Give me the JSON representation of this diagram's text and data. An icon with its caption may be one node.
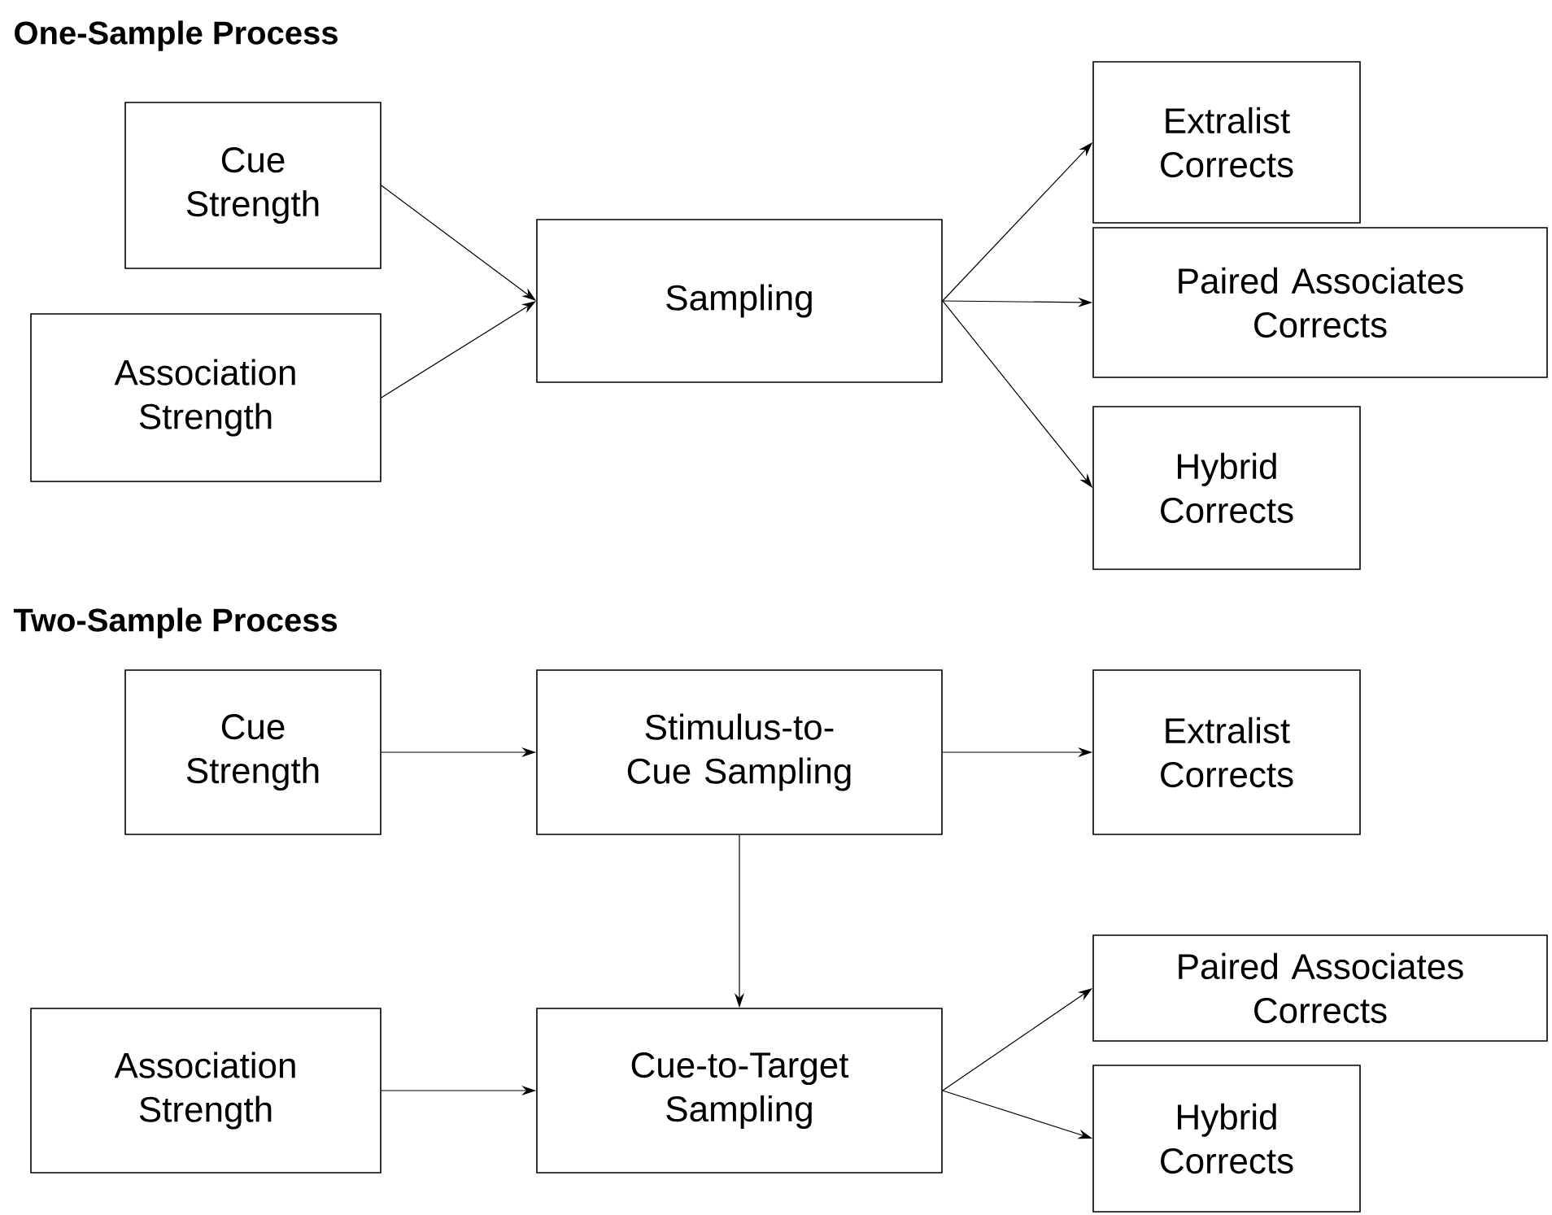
{
  "diagram": {
    "nodes": [
      {
        "text": [
          "Cue Strength"
        ]
      },
      {
        "text": [
          "Association Strength"
        ]
      },
      {
        "text": [
          "Sampling"
        ]
      },
      {
        "text": [
          "Extralist Corrects"
        ]
      },
      {
        "text": [
          "Paired Associates Corrects"
        ]
      },
      {
        "text": [
          "Hybrid Corrects"
        ]
      },
      {
        "text": [
          "Cue Strength"
        ]
      },
      {
        "text": [
          "Stimulus-to-Cue Sampling"
        ]
      },
      {
        "text": [
          "Extralist Corrects"
        ]
      },
      {
        "text": [
          "Association Strength"
        ]
      },
      {
        "text": [
          "Cue-to-Target Sampling"
        ]
      },
      {
        "text": [
          "Paired Associates Corrects"
        ]
      },
      {
        "text": [
          "Hybrid Corrects"
        ]
      }
    ],
    "edges": [
      {
        "from": 0,
        "to": 2,
        "arrow": "to"
      },
      {
        "from": 1,
        "to": 2,
        "arrow": "to"
      },
      {
        "from": 2,
        "to": 3,
        "arrow": "to"
      },
      {
        "from": 2,
        "to": 4,
        "arrow": "to"
      },
      {
        "from": 2,
        "to": 5,
        "arrow": "to"
      },
      {
        "from": 6,
        "to": 7,
        "arrow": "to"
      },
      {
        "from": 7,
        "to": 8,
        "arrow": "to"
      },
      {
        "from": 7,
        "to": 10,
        "arrow": "to"
      },
      {
        "from": 9,
        "to": 10,
        "arrow": "to"
      },
      {
        "from": 10,
        "to": 11,
        "arrow": "to"
      },
      {
        "from": 10,
        "to": 12,
        "arrow": "to"
      }
    ],
    "labels": [
      "One-Sample Process",
      "Two-Sample Process"
    ]
  }
}
